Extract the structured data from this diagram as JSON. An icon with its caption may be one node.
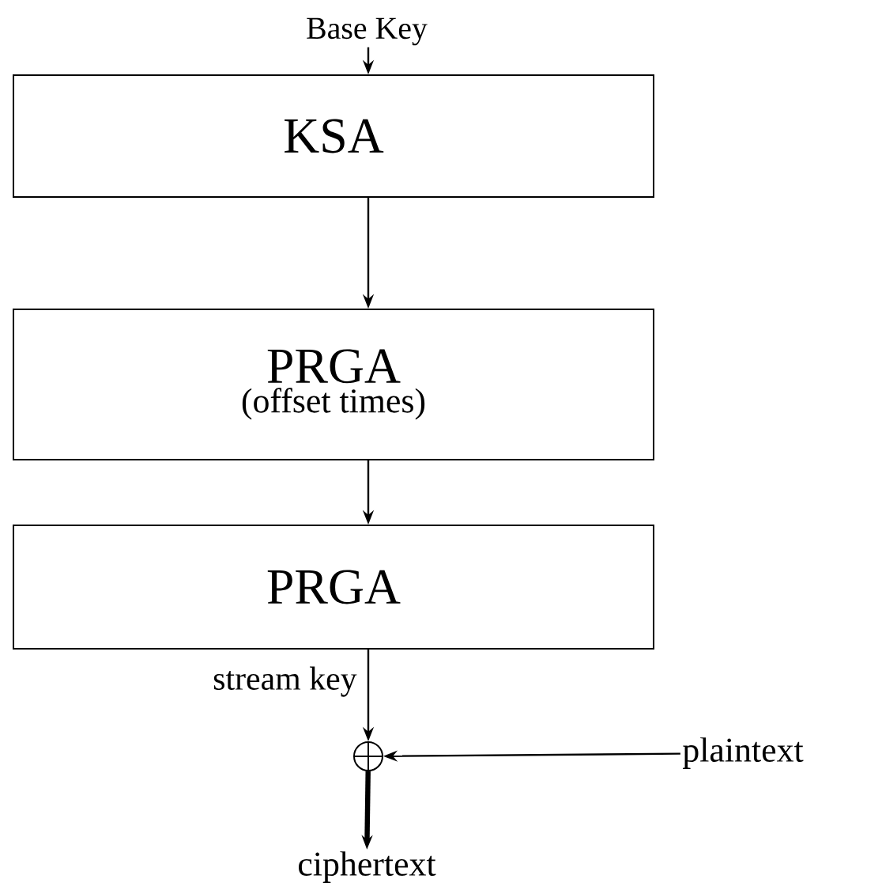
{
  "diagram": {
    "nodes": [
      {
        "text": [
          "Base Key"
        ]
      },
      {
        "text": [
          "KSA"
        ]
      },
      {
        "text": [
          "PRGA",
          "(offset times)"
        ]
      },
      {
        "text": [
          "PRGA"
        ]
      },
      {
        "text": [],
        "shape": "circle"
      },
      {
        "text": [
          "plaintext"
        ]
      },
      {
        "text": [
          "ciphertext"
        ]
      }
    ],
    "edges": [
      {
        "from": 0,
        "to": 1,
        "arrow": "to"
      },
      {
        "from": 1,
        "to": 2,
        "arrow": "to"
      },
      {
        "from": 2,
        "to": 3,
        "arrow": "to"
      },
      {
        "from": 3,
        "to": 4,
        "arrow": "to",
        "label": "stream key"
      },
      {
        "from": 5,
        "to": 4,
        "arrow": "to"
      },
      {
        "from": 4,
        "to": 6,
        "arrow": "to",
        "style": "thick"
      }
    ]
  }
}
